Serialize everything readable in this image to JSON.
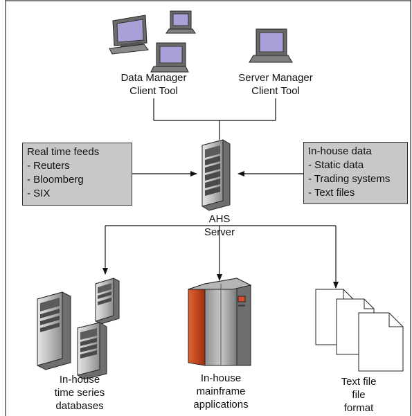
{
  "clients": {
    "data_manager": [
      "Data Manager",
      "Client Tool"
    ],
    "server_manager": [
      "Server Manager",
      "Client Tool"
    ]
  },
  "feeds_box": {
    "title": "Real time feeds",
    "items": [
      "- Reuters",
      "- Bloomberg",
      "- SIX"
    ]
  },
  "inhouse_box": {
    "title": "In-house data",
    "items": [
      "- Static data",
      "- Trading systems",
      "- Text files"
    ]
  },
  "server": {
    "name": "AHS",
    "sub": "Server"
  },
  "outputs": {
    "databases": [
      "In-house",
      "time series",
      "databases"
    ],
    "mainframe": [
      "In-house",
      "mainframe",
      "applications"
    ],
    "textfile": [
      "Text file",
      "file",
      "format"
    ]
  },
  "colors": {
    "box_fill": "#c8c8c8",
    "screen": "#a7a1d8",
    "mainframe_red": "#c4471d",
    "server_gray": "#9a9a9a"
  },
  "icons": [
    "computer-icon",
    "server-tower-icon",
    "mainframe-icon",
    "document-icon"
  ]
}
